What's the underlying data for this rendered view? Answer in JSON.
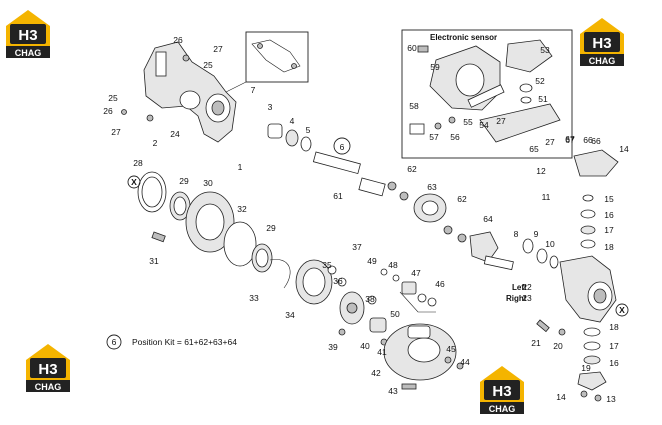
{
  "logo": {
    "top_text": "H3",
    "bottom_text": "CHAG",
    "color": "#f4b400"
  },
  "inset": {
    "title": "Electronic sensor"
  },
  "side_labels": {
    "left": "Left",
    "right": "Right"
  },
  "position_kit": {
    "circle": "6",
    "text": "Position Kit = 61+62+63+64"
  },
  "marker_x": "X",
  "callouts": [
    "26",
    "27",
    "25",
    "25",
    "26",
    "27",
    "2",
    "24",
    "7",
    "3",
    "4",
    "5",
    "1",
    "6",
    "61",
    "62",
    "63",
    "62",
    "64",
    "28",
    "29",
    "30",
    "32",
    "29",
    "31",
    "33",
    "34",
    "35",
    "36",
    "37",
    "38",
    "39",
    "40",
    "41",
    "42",
    "43",
    "44",
    "45",
    "46",
    "47",
    "48",
    "49",
    "50",
    "8",
    "9",
    "10",
    "22",
    "23",
    "21",
    "20",
    "18",
    "17",
    "16",
    "19",
    "14",
    "13",
    "11",
    "15",
    "16",
    "17",
    "18",
    "12",
    "67",
    "66",
    "14",
    "60",
    "59",
    "58",
    "57",
    "56",
    "55",
    "54",
    "27",
    "67",
    "66",
    "53",
    "52",
    "51",
    "27",
    "65"
  ]
}
